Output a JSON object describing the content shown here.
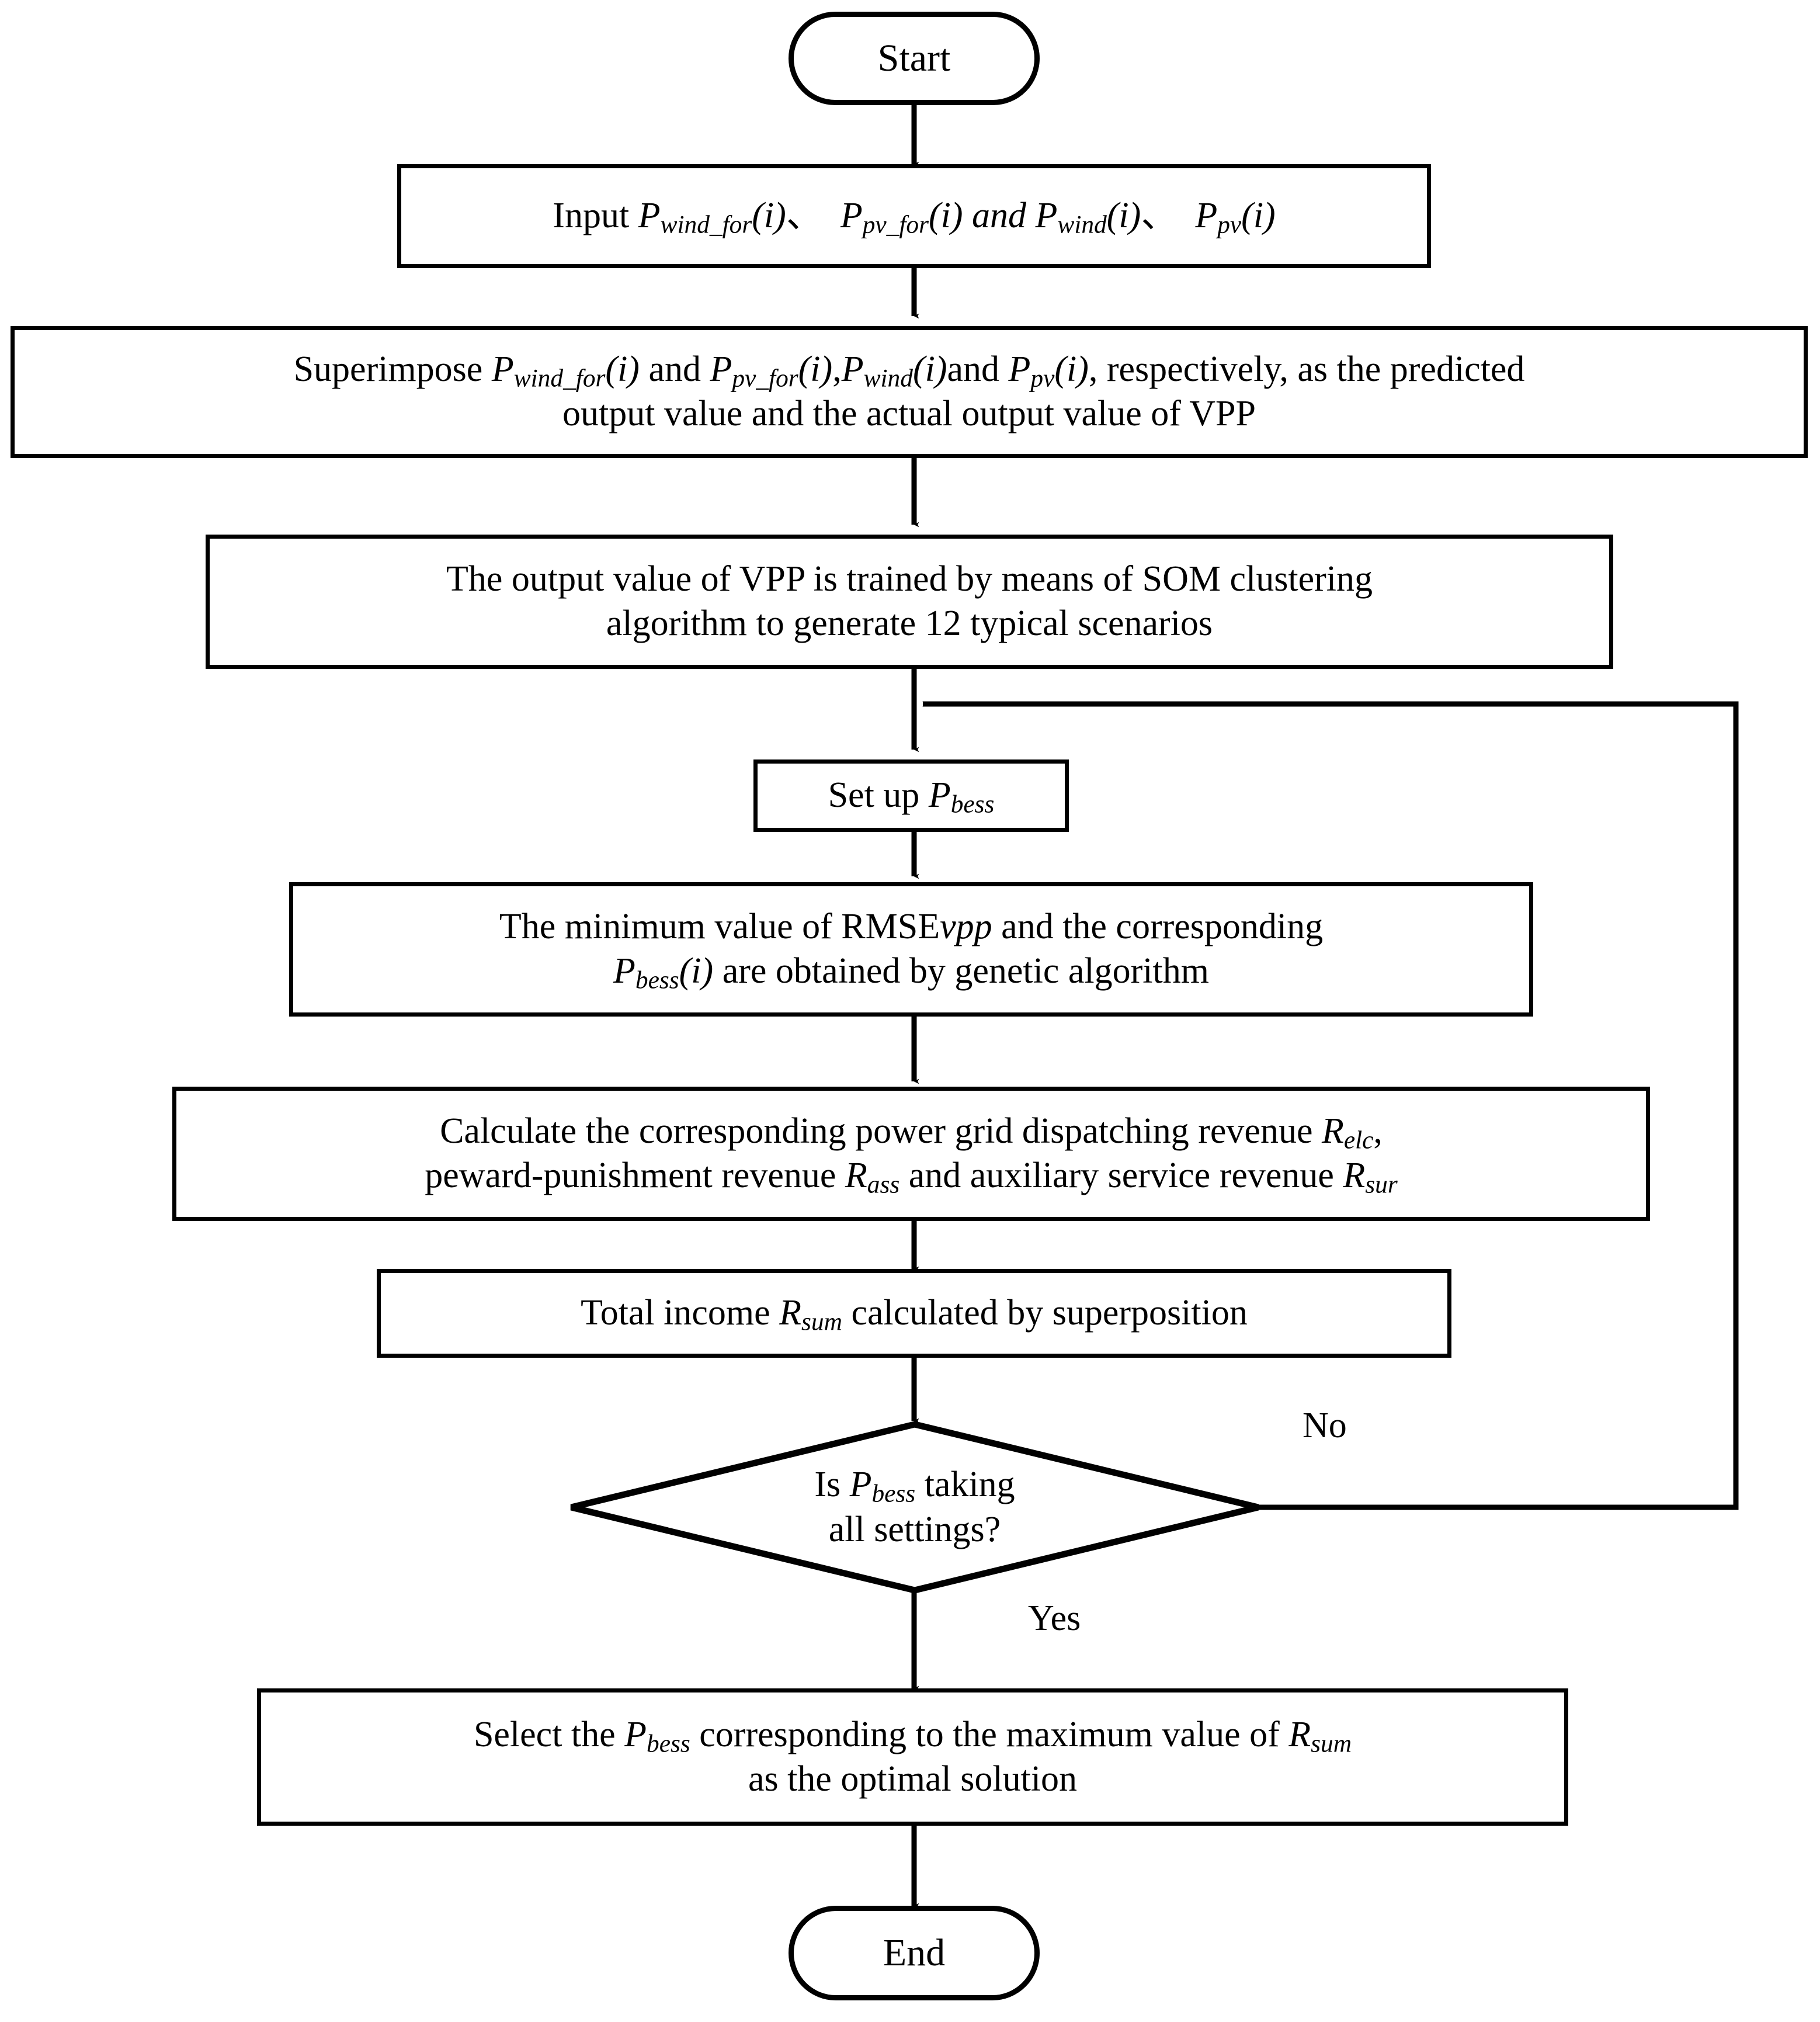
{
  "diagram": {
    "title": "VPP energy-storage configuration optimization flowchart",
    "stroke_color": "#000000",
    "background_color": "#ffffff"
  },
  "nodes": {
    "start": {
      "label": "Start",
      "shape": "terminator"
    },
    "input": {
      "label": "Input Pwind_for(i)、 Ppv_for(i) and Pwind(i)、 Ppv(i)",
      "shape": "process"
    },
    "superimpose": {
      "line1": "Superimpose Pwind_for(i) and Ppv_for(i),Pwind(i)and Ppv(i), respectively, as the predicted",
      "line2": "output value and the actual output value of VPP",
      "shape": "process"
    },
    "som": {
      "line1": "The output value of VPP is trained by means of SOM clustering",
      "line2": "algorithm to generate 12 typical scenarios",
      "shape": "process"
    },
    "setup": {
      "label": "Set up Pbess",
      "shape": "process"
    },
    "rmse": {
      "line1": "The minimum value of RMSEvpp and the corresponding",
      "line2": "Pbess(i) are obtained by genetic algorithm",
      "shape": "process"
    },
    "calculate": {
      "line1": "Calculate the corresponding power grid dispatching revenue Relc,",
      "line2": "peward-punishment revenue Rass and auxiliary service revenue Rsur",
      "shape": "process"
    },
    "total": {
      "label": "Total income Rsum calculated by superposition",
      "shape": "process"
    },
    "decision": {
      "line1": "Is Pbess taking",
      "line2": "all settings?",
      "shape": "diamond"
    },
    "select": {
      "line1": "Select the Pbess corresponding to the maximum value of Rsum",
      "line2": "as the optimal solution",
      "shape": "process"
    },
    "end": {
      "label": "End",
      "shape": "terminator"
    }
  },
  "edge_labels": {
    "no": "No",
    "yes": "Yes"
  },
  "flow": [
    {
      "from": "start",
      "to": "input",
      "label": ""
    },
    {
      "from": "input",
      "to": "superimpose",
      "label": ""
    },
    {
      "from": "superimpose",
      "to": "som",
      "label": ""
    },
    {
      "from": "som",
      "to": "setup",
      "label": ""
    },
    {
      "from": "setup",
      "to": "rmse",
      "label": ""
    },
    {
      "from": "rmse",
      "to": "calculate",
      "label": ""
    },
    {
      "from": "calculate",
      "to": "total",
      "label": ""
    },
    {
      "from": "total",
      "to": "decision",
      "label": ""
    },
    {
      "from": "decision",
      "to": "setup",
      "label": "No"
    },
    {
      "from": "decision",
      "to": "select",
      "label": "Yes"
    },
    {
      "from": "select",
      "to": "end",
      "label": ""
    }
  ]
}
